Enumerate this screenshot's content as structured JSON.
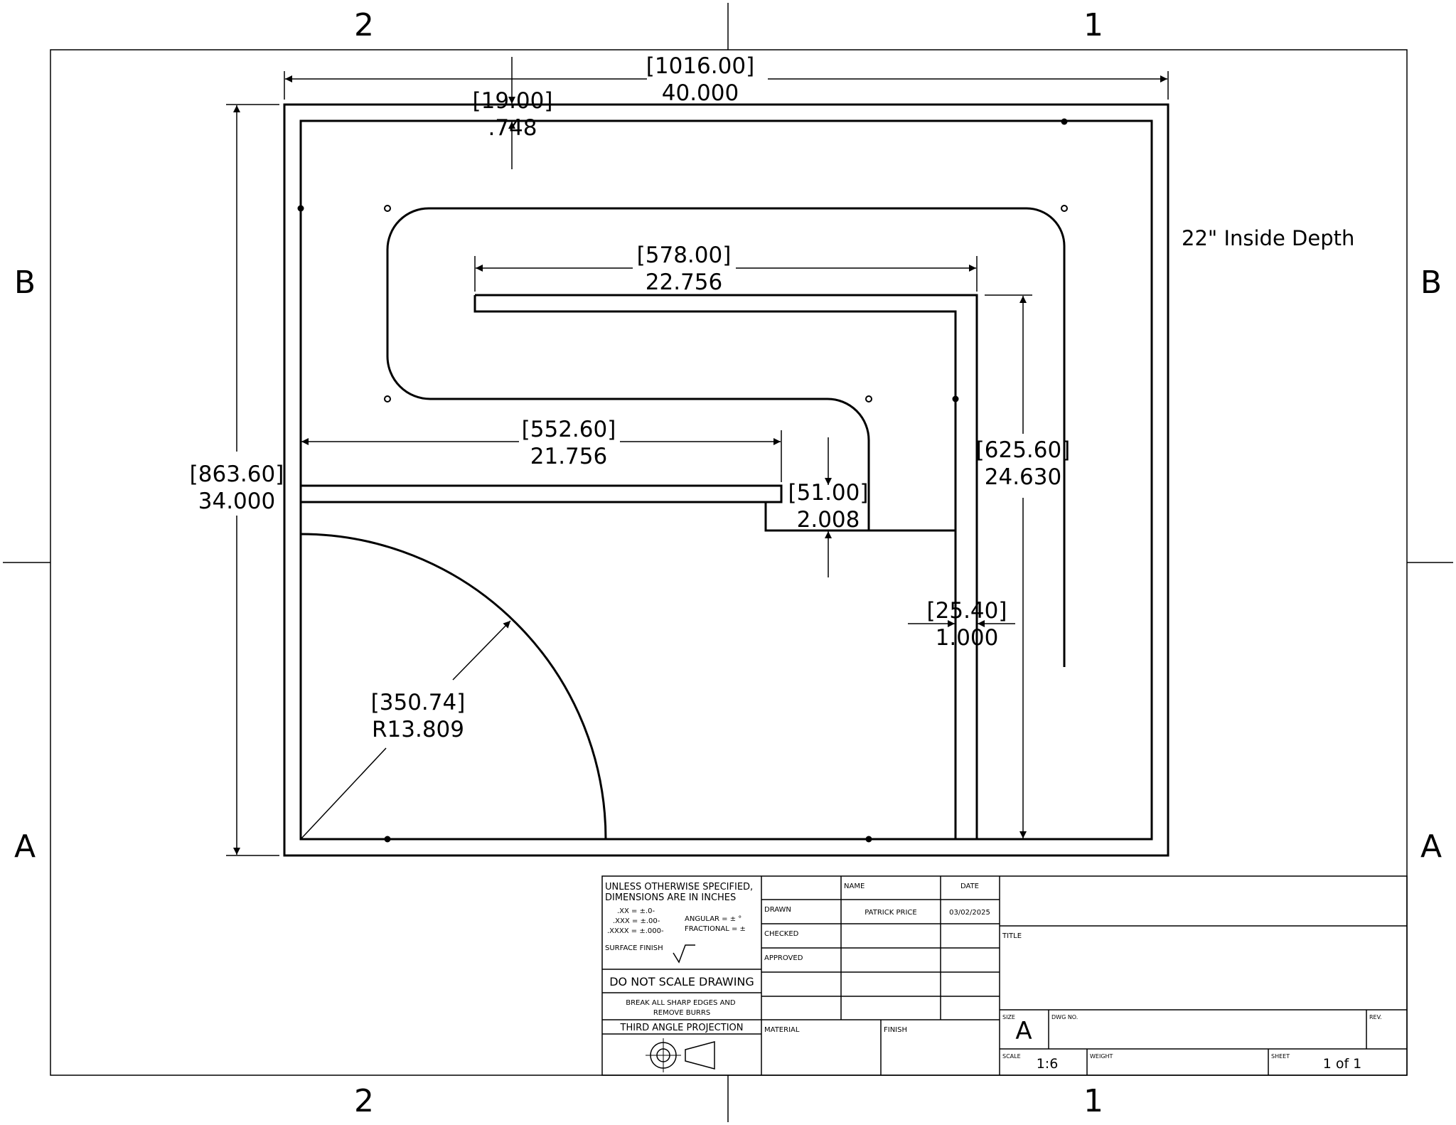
{
  "zones": {
    "top_left": "2",
    "top_right": "1",
    "bottom_left": "2",
    "bottom_right": "1",
    "left_upper": "B",
    "left_lower": "A",
    "right_upper": "B",
    "right_lower": "A"
  },
  "note": "22\" Inside Depth",
  "dimensions": {
    "overall_width": {
      "metric": "[1016.00]",
      "imperial": "40.000"
    },
    "top_gap": {
      "metric": "[19.00]",
      "imperial": ".748"
    },
    "overall_height": {
      "metric": "[863.60]",
      "imperial": "34.000"
    },
    "upper_baffle": {
      "metric": "[578.00]",
      "imperial": "22.756"
    },
    "lower_baffle": {
      "metric": "[552.60]",
      "imperial": "21.756"
    },
    "step": {
      "metric": "[51.00]",
      "imperial": "2.008"
    },
    "vertical_baffle": {
      "metric": "[625.60]",
      "imperial": "24.630"
    },
    "baffle_thickness": {
      "metric": "[25.40]",
      "imperial": "1.000"
    },
    "radius": {
      "metric": "[350.74]",
      "imperial": "R13.809"
    }
  },
  "title_block": {
    "tolerance_header": "UNLESS OTHERWISE SPECIFIED, DIMENSIONS ARE IN INCHES",
    "tol_xx": ".XX = ±.0-",
    "tol_xxx": ".XXX = ±.00-",
    "tol_xxxx": ".XXXX = ±.000-",
    "angular": "ANGULAR = ± °",
    "fractional": "FRACTIONAL = ±",
    "surface_finish": "SURFACE FINISH",
    "do_not_scale": "DO NOT SCALE DRAWING",
    "break_edges": "BREAK ALL SHARP EDGES AND REMOVE BURRS",
    "projection": "THIRD ANGLE PROJECTION",
    "name_header": "NAME",
    "date_header": "DATE",
    "drawn_label": "DRAWN",
    "drawn_name": "PATRICK PRICE",
    "drawn_date": "03/02/2025",
    "checked_label": "CHECKED",
    "approved_label": "APPROVED",
    "material_label": "MATERIAL",
    "finish_label": "FINISH",
    "title_label": "TITLE",
    "size_label": "SIZE",
    "size_value": "A",
    "dwg_no_label": "DWG NO.",
    "rev_label": "REV.",
    "scale_label": "SCALE",
    "scale_value": "1:6",
    "weight_label": "WEIGHT",
    "sheet_label": "SHEET",
    "sheet_value": "1 of 1"
  }
}
